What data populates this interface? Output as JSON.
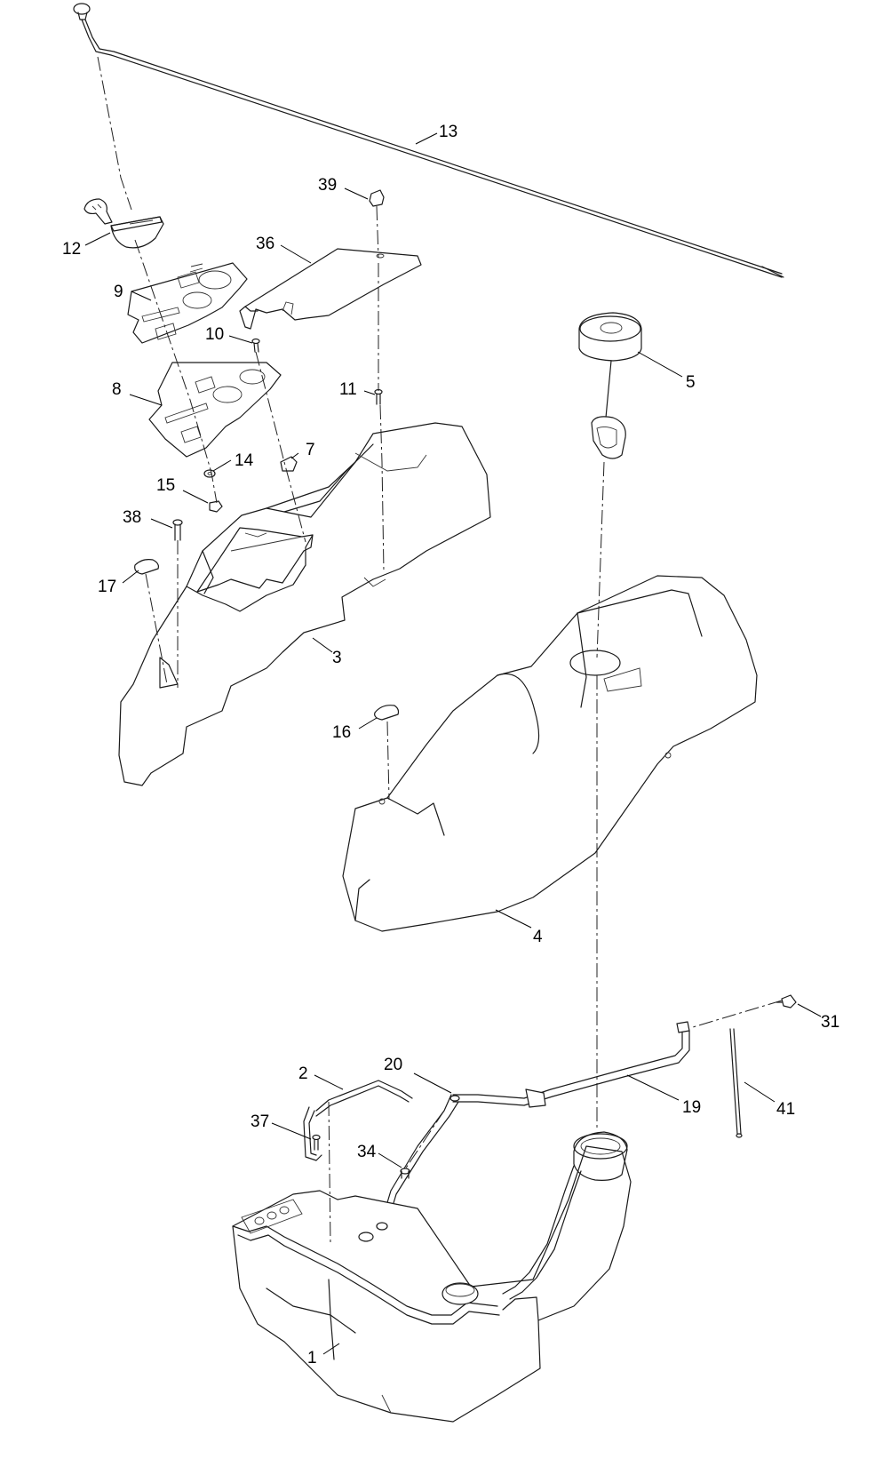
{
  "colors": {
    "line": "#1a1a1a",
    "background": "#ffffff",
    "label": "#000000"
  },
  "callouts": [
    {
      "id": "13",
      "label": "13"
    },
    {
      "id": "39",
      "label": "39"
    },
    {
      "id": "36",
      "label": "36"
    },
    {
      "id": "12",
      "label": "12"
    },
    {
      "id": "9",
      "label": "9"
    },
    {
      "id": "10",
      "label": "10"
    },
    {
      "id": "5",
      "label": "5"
    },
    {
      "id": "11",
      "label": "11"
    },
    {
      "id": "8",
      "label": "8"
    },
    {
      "id": "7",
      "label": "7"
    },
    {
      "id": "14",
      "label": "14"
    },
    {
      "id": "15",
      "label": "15"
    },
    {
      "id": "38",
      "label": "38"
    },
    {
      "id": "17",
      "label": "17"
    },
    {
      "id": "3",
      "label": "3"
    },
    {
      "id": "16",
      "label": "16"
    },
    {
      "id": "4",
      "label": "4"
    },
    {
      "id": "31",
      "label": "31"
    },
    {
      "id": "20",
      "label": "20"
    },
    {
      "id": "2",
      "label": "2"
    },
    {
      "id": "19",
      "label": "19"
    },
    {
      "id": "41",
      "label": "41"
    },
    {
      "id": "37",
      "label": "37"
    },
    {
      "id": "34",
      "label": "34"
    },
    {
      "id": "1",
      "label": "1"
    }
  ]
}
